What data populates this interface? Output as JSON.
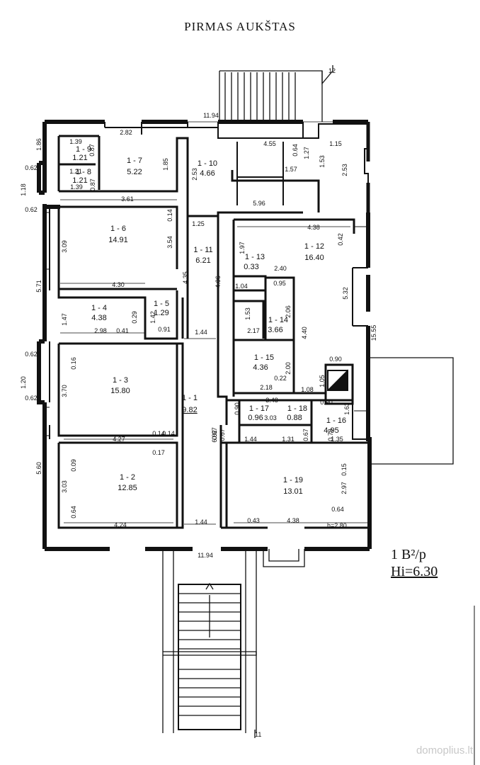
{
  "title": "PIRMAS AUKŠTAS",
  "legend": {
    "line1": "1 B²/p",
    "line2": "Hi=6.30"
  },
  "watermark": "domoplius.lt",
  "axis_marks": {
    "top": "12",
    "bottom": "11"
  },
  "ceiling_height": "h=2.80",
  "rooms": [
    {
      "id": "1 - 1",
      "area": "9.82"
    },
    {
      "id": "1 - 2",
      "area": "12.85"
    },
    {
      "id": "1 - 3",
      "area": "15.80"
    },
    {
      "id": "1 - 4",
      "area": "4.38"
    },
    {
      "id": "1 - 5",
      "area": "1.29"
    },
    {
      "id": "1 - 6",
      "area": "14.91"
    },
    {
      "id": "1 - 7",
      "area": "5.22"
    },
    {
      "id": "1 - 8",
      "area": "1.21"
    },
    {
      "id": "1 - 9",
      "area": "1.21"
    },
    {
      "id": "1 - 10",
      "area": "4.66"
    },
    {
      "id": "1 - 11",
      "area": "6.21"
    },
    {
      "id": "1 - 12",
      "area": "16.40"
    },
    {
      "id": "1 - 13",
      "area": "0.33"
    },
    {
      "id": "1 - 14",
      "area": "3.66"
    },
    {
      "id": "1 - 15",
      "area": "4.36"
    },
    {
      "id": "1 - 16",
      "area": "4.95"
    },
    {
      "id": "1 - 17",
      "area": "0.96"
    },
    {
      "id": "1 - 18",
      "area": "0.88"
    },
    {
      "id": "1 - 19",
      "area": "13.01"
    }
  ],
  "dimensions": [
    "11.94",
    "2.82",
    "4.55",
    "1.15",
    "1.39",
    "0.87",
    "1.85",
    "2.53",
    "0.64",
    "1.27",
    "1.53",
    "2.53",
    "1.21",
    "1.39",
    "0.87",
    "1.57",
    "3.61",
    "0.14",
    "5.96",
    "1.86",
    "0.62",
    "1.18",
    "0.62",
    "3.09",
    "3.54",
    "1.25",
    "1.97",
    "4.38",
    "0.42",
    "4.30",
    "2.40",
    "4.35",
    "4.06",
    "1.04",
    "0.95",
    "5.32",
    "1.47",
    "0.29",
    "1.42",
    "0.91",
    "2.98",
    "0.41",
    "1.53",
    "2.06",
    "2.17",
    "4.40",
    "1.44",
    "15.55",
    "5.71",
    "0.62",
    "1.20",
    "0.62",
    "0.16",
    "3.70",
    "0.14",
    "2.00",
    "0.22",
    "2.18",
    "1.08",
    "1.05",
    "0.90",
    "3.48",
    "0.90",
    "1.63",
    "4.27",
    "0.14",
    "0.90",
    "3.03",
    "0.67",
    "0.78",
    "0.67",
    "1.44",
    "1.31",
    "0.67",
    "1.35",
    "6.82",
    "0.17",
    "5.60",
    "0.09",
    "3.03",
    "0.15",
    "2.97",
    "0.64",
    "0.64",
    "4.24",
    "1.44",
    "0.43",
    "4.38",
    "11.94"
  ]
}
